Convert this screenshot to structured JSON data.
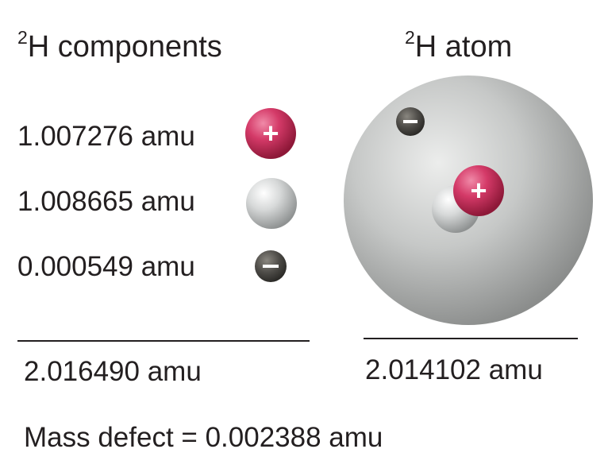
{
  "left_title": {
    "sup": "2",
    "text": "H components"
  },
  "right_title": {
    "sup": "2",
    "text": "H atom"
  },
  "components": [
    {
      "label": "1.007276 amu",
      "particle": "proton"
    },
    {
      "label": "1.008665 amu",
      "particle": "neutron"
    },
    {
      "label": "0.000549 amu",
      "particle": "electron"
    }
  ],
  "particle_signs": {
    "proton": "+",
    "electron": "−"
  },
  "components_total": "2.016490 amu",
  "atom_total": "2.014102 amu",
  "mass_defect": "Mass defect = 0.002388 amu",
  "colors": {
    "proton": "#c8285a",
    "neutron": "#c9cbcb",
    "electron": "#4e4c48",
    "atom_cloud": "#bfc1c0",
    "text": "#231f20"
  }
}
